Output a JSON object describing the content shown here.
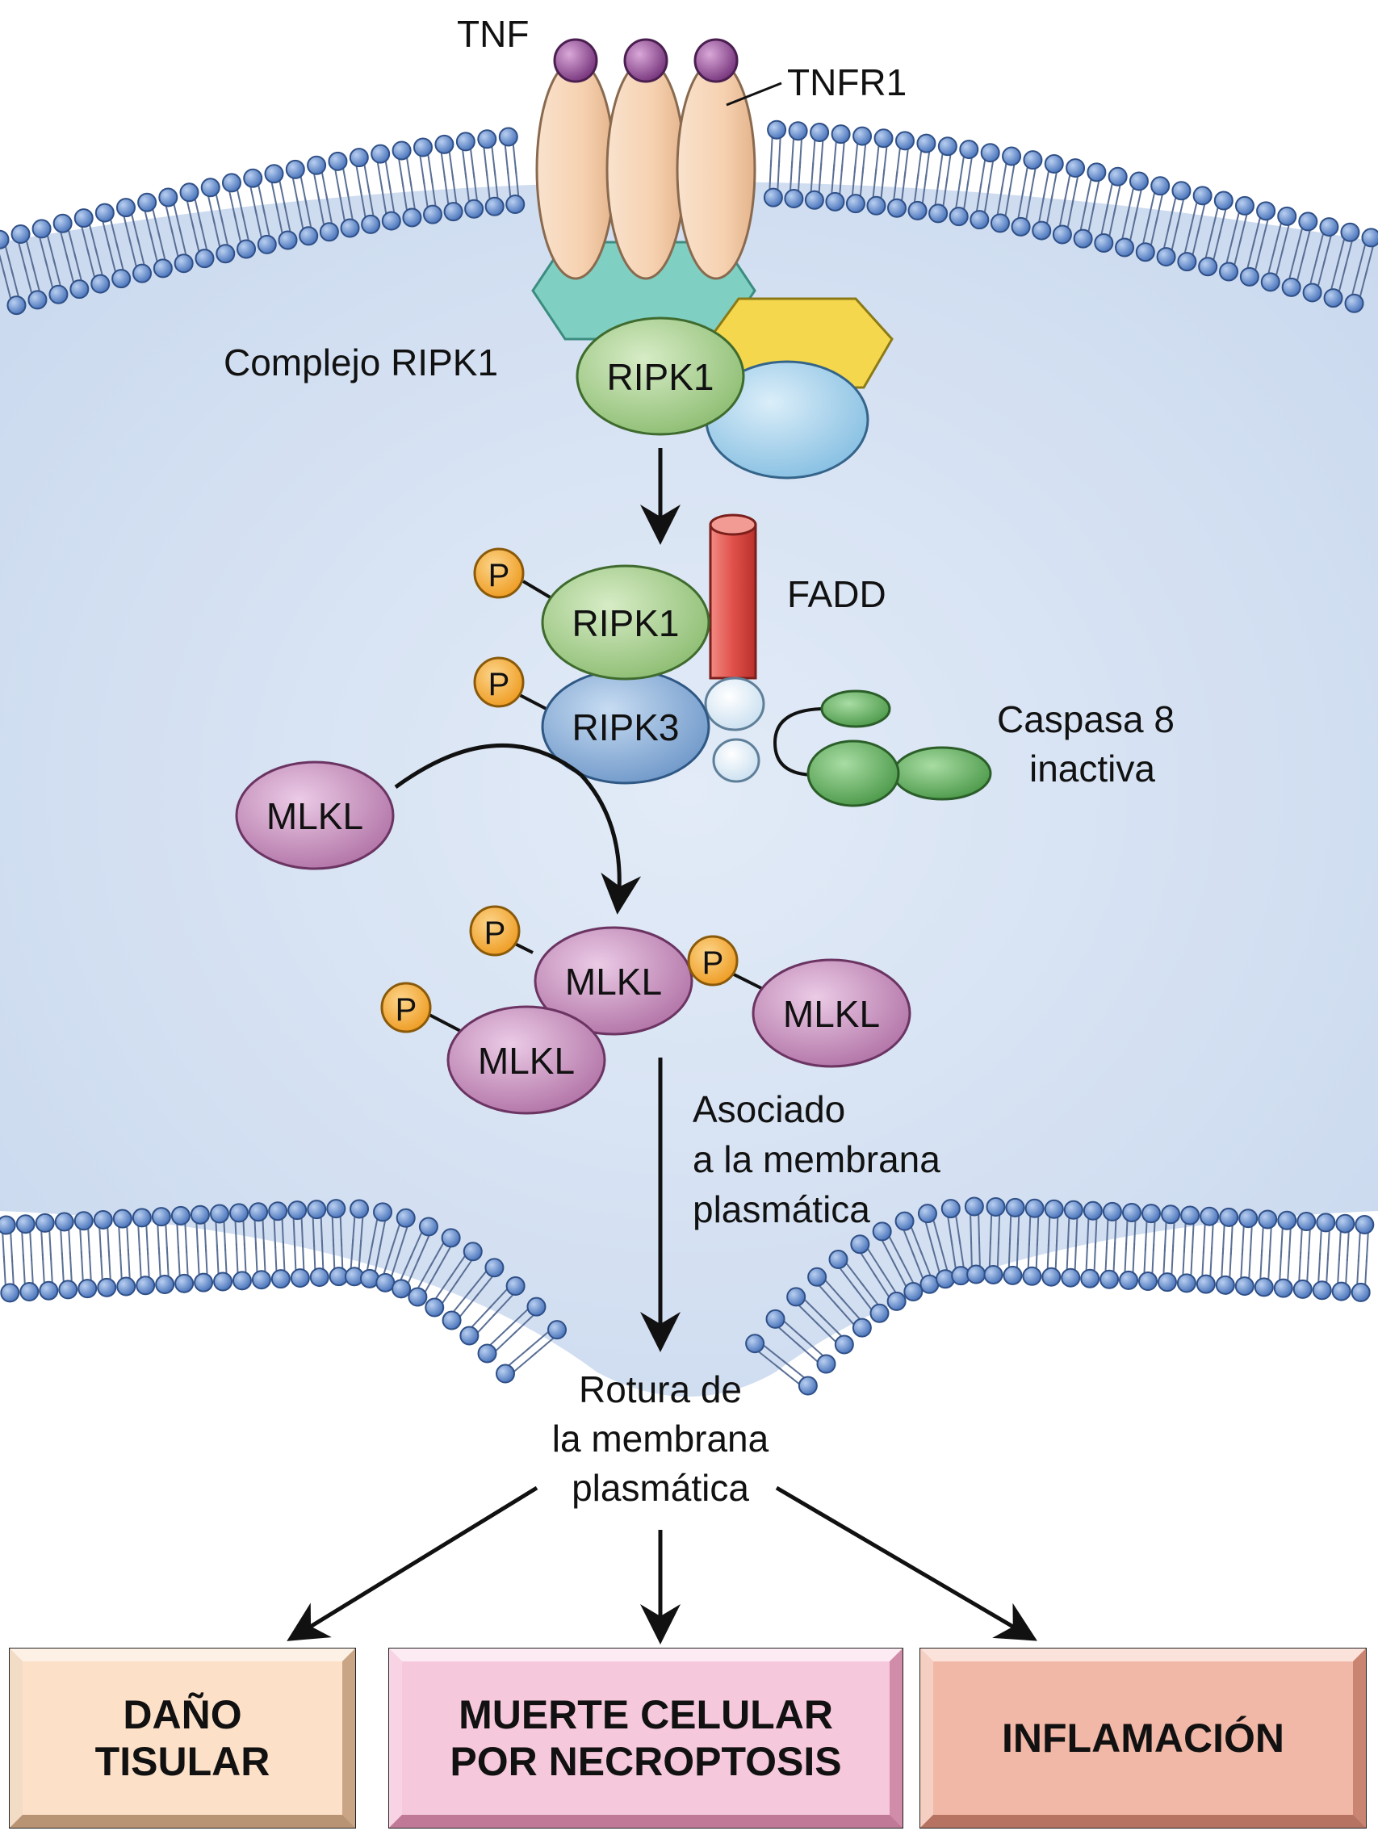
{
  "labels": {
    "tnf": "TNF",
    "tnfr1": "TNFR1",
    "complejo": "Complejo RIPK1",
    "ripk1_top": "RIPK1",
    "ripk1_mid": "RIPK1",
    "ripk3": "RIPK3",
    "fadd": "FADD",
    "caspasa_line1": "Caspasa 8",
    "caspasa_line2": "inactiva",
    "mlkl_free": "MLKL",
    "mlkl_center": "MLKL",
    "mlkl_left": "MLKL",
    "mlkl_right": "MLKL",
    "phospho": "P",
    "asociado_line1": "Asociado",
    "asociado_line2": "a la membrana",
    "asociado_line3": "plasmática",
    "rotura_line1": "Rotura de",
    "rotura_line2": "la membrana",
    "rotura_line3": "plasmática"
  },
  "outcomes": [
    {
      "line1": "DAÑO",
      "line2": "TISULAR"
    },
    {
      "line1": "MUERTE CELULAR",
      "line2": "POR NECROPTOSIS"
    },
    {
      "line1": "INFLAMACIÓN",
      "line2": ""
    }
  ],
  "colors": {
    "cytoplasm": "#d7e3f3",
    "lipid_head": "#6f95d2",
    "tnf": "#9a4f9a",
    "tnfr1": "#f6d4b6",
    "ripk1": "#a9cf8f",
    "ripk3": "#8fb3dd",
    "teal_adaptor": "#7fd0c3",
    "yellow_adaptor": "#f4d74c",
    "blue_adaptor": "#a9d6ee",
    "fadd": "#e0504a",
    "caspase8": "#6cbb6a",
    "mlkl": "#c98fbd",
    "phosphate": "#f6b13f",
    "box_damage": "#fde0c8",
    "box_death": "#f6c8dc",
    "box_inflammation": "#f2b8a7"
  }
}
